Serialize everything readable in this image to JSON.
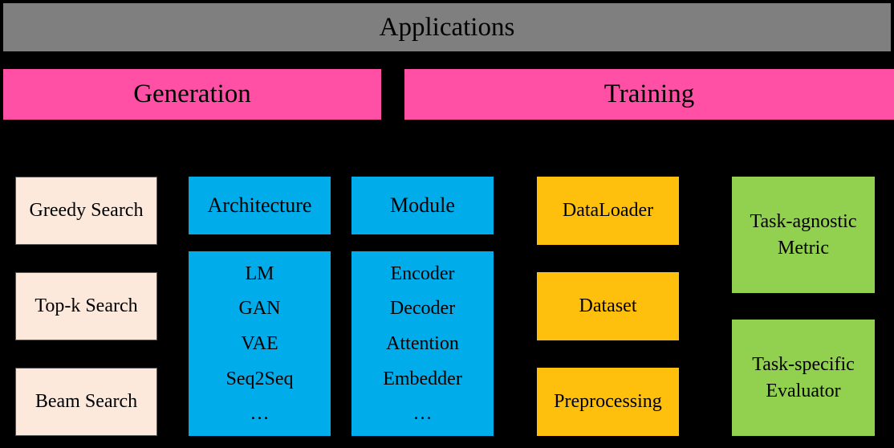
{
  "title_bar": {
    "label": "Applications"
  },
  "section_bars": {
    "generation": "Generation",
    "training": "Training"
  },
  "columns": {
    "search_methods": {
      "items": [
        "Greedy Search",
        "Top-k Search",
        "Beam Search"
      ]
    },
    "architecture": {
      "header": "Architecture",
      "items": [
        "LM",
        "GAN",
        "VAE",
        "Seq2Seq",
        "…"
      ]
    },
    "module": {
      "header": "Module",
      "items": [
        "Encoder",
        "Decoder",
        "Attention",
        "Embedder",
        "…"
      ]
    },
    "data_pipeline": {
      "items": [
        "DataLoader",
        "Dataset",
        "Preprocessing"
      ]
    },
    "evaluation": {
      "items": [
        "Task-agnostic Metric",
        "Task-specific Evaluator"
      ]
    }
  },
  "colors": {
    "background": "#000000",
    "applications_bar": "#7F7F7F",
    "section_bar_pink": "#FF50A5",
    "search_box_cream": "#FCE9DC",
    "model_box_blue": "#00ACEA",
    "data_box_gold": "#FFC00D",
    "evaluation_box_green": "#92D050",
    "text": "#000000"
  }
}
